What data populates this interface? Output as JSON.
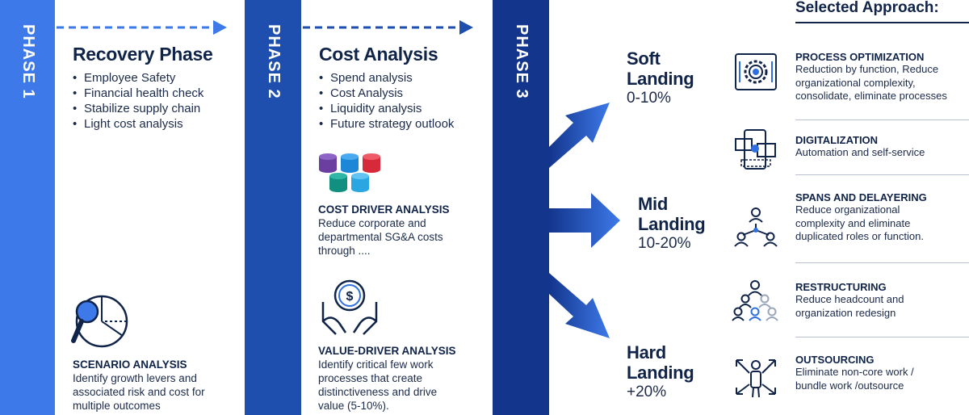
{
  "colors": {
    "phase1": "#3d79e9",
    "phase2": "#1f4fae",
    "phase3": "#13358c",
    "navy": "#102348",
    "accent": "#2f6fe0"
  },
  "phases": [
    {
      "label": "PHASE 1",
      "title": "Recovery Phase",
      "bullets": [
        "Employee Safety",
        "Financial health check",
        "Stabilize supply chain",
        "Light cost analysis"
      ]
    },
    {
      "label": "PHASE 2",
      "title": "Cost Analysis",
      "bullets": [
        "Spend analysis",
        "Cost Analysis",
        "Liquidity analysis",
        "Future strategy outlook"
      ]
    },
    {
      "label": "PHASE 3"
    }
  ],
  "scenario": {
    "icon": "magnifier-pie-icon",
    "heading": "SCENARIO ANALYSIS",
    "text": [
      "Identify growth levers and",
      "associated risk and cost for",
      "multiple outcomes"
    ]
  },
  "cost_driver": {
    "icon": "cylinders-icon",
    "heading": "COST DRIVER ANALYSIS",
    "text": [
      "Reduce corporate and",
      "departmental SG&A costs",
      "through ...."
    ]
  },
  "value_driver": {
    "icon": "hands-coin-icon",
    "heading": "VALUE-DRIVER ANALYSIS",
    "text": [
      "Identify critical few work",
      "processes that create",
      "distinctiveness and drive",
      "value (5-10%)."
    ]
  },
  "landings": [
    {
      "line1": "Soft",
      "line2": "Landing",
      "range": "0-10%"
    },
    {
      "line1": "Mid",
      "line2": "Landing",
      "range": "10-20%"
    },
    {
      "line1": "Hard",
      "line2": "Landing",
      "range": "+20%"
    }
  ],
  "approach": {
    "title": "Selected Approach:",
    "items": [
      {
        "icon": "gear-process-icon",
        "heading": "PROCESS OPTIMIZATION",
        "text": [
          "Reduction by function, Reduce",
          "organizational complexity,",
          "consolidate, eliminate processes"
        ]
      },
      {
        "icon": "digital-devices-icon",
        "heading": "DIGITALIZATION",
        "text": [
          "Automation and self-service"
        ]
      },
      {
        "icon": "org-network-icon",
        "heading": "SPANS AND DELAYERING",
        "text": [
          "Reduce organizational",
          "complexity and eliminate",
          "duplicated roles or function."
        ]
      },
      {
        "icon": "people-group-icon",
        "heading": "RESTRUCTURING",
        "text": [
          "Reduce headcount and",
          "organization redesign"
        ]
      },
      {
        "icon": "person-arrows-icon",
        "heading": "OUTSOURCING",
        "text": [
          "Eliminate non-core work /",
          "bundle work  /outsource"
        ]
      }
    ]
  }
}
